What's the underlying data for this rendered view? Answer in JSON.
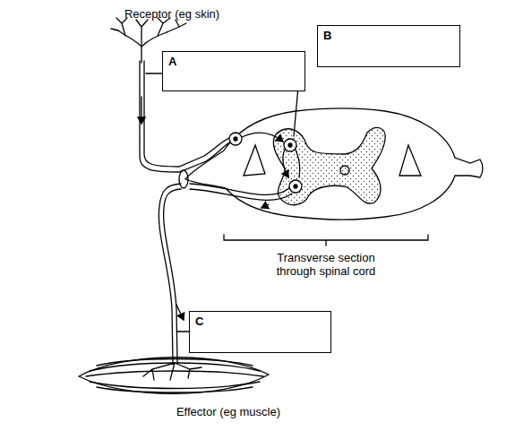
{
  "diagram": {
    "nodes": [
      {
        "text": [
          "A"
        ]
      },
      {
        "text": [
          "B"
        ]
      },
      {
        "text": [
          "C"
        ]
      }
    ],
    "labels": [
      "Receptor (eg skin)",
      "Transverse section through spinal cord",
      "Effector (eg muscle)"
    ]
  }
}
